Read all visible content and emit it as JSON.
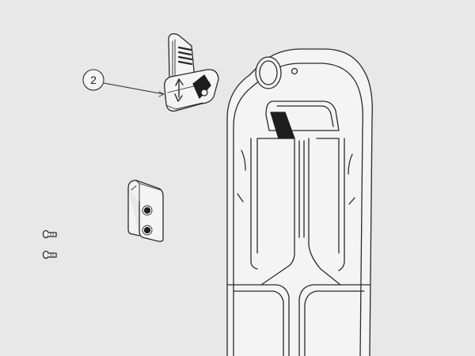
{
  "callouts": [
    {
      "label": "2",
      "target": "release-lever"
    }
  ],
  "colors": {
    "background": "#e8e8e8",
    "line": "#2a2a2a",
    "part_fill": "#f4f4f4",
    "dark_detail": "#1e1e1e"
  },
  "parts": [
    "release-lever",
    "mounting-bracket",
    "screw",
    "screw",
    "housing"
  ]
}
